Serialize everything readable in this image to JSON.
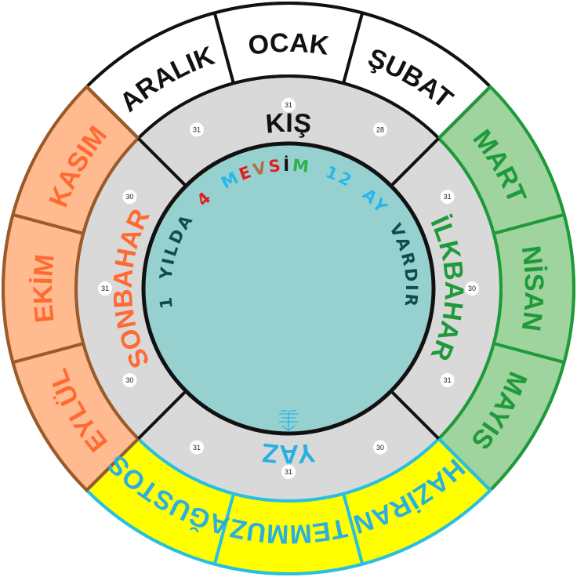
{
  "center": {
    "fill": "#96d1cf",
    "title_parts": [
      {
        "text": "1 YILDA ",
        "color": "#0d4d4d"
      },
      {
        "text": "4 ",
        "color": "#e02020"
      },
      {
        "text": "M",
        "color": "#29b6e8"
      },
      {
        "text": "E",
        "color": "#e02020"
      },
      {
        "text": "V",
        "color": "#b0704a"
      },
      {
        "text": "S",
        "color": "#e02020"
      },
      {
        "text": "İ",
        "color": "#111111"
      },
      {
        "text": "M ",
        "color": "#2fb24a"
      },
      {
        "text": "12 AY ",
        "color": "#29b6e8"
      },
      {
        "text": "VARDIR",
        "color": "#0d4d4d"
      }
    ],
    "logo_color": "#29b6e8"
  },
  "season_band_fill": "#d9d9d9",
  "seasons": [
    {
      "name": "KIŞ",
      "text_color": "#111111",
      "month_fill": "#ffffff",
      "border": "#111111",
      "months": [
        {
          "name": "ARALIK",
          "days": "31"
        },
        {
          "name": "OCAK",
          "days": "31"
        },
        {
          "name": "ŞUBAT",
          "days": "28"
        }
      ]
    },
    {
      "name": "İLKBAHAR",
      "text_color": "#1e9a3a",
      "month_fill": "#9fd49f",
      "border": "#1e9a3a",
      "months": [
        {
          "name": "MART",
          "days": "31"
        },
        {
          "name": "NİSAN",
          "days": "30"
        },
        {
          "name": "MAYIS",
          "days": "31"
        }
      ]
    },
    {
      "name": "YAZ",
      "text_color": "#29b0e0",
      "month_fill": "#ffff00",
      "border": "#29c0e0",
      "months": [
        {
          "name": "HAZİRAN",
          "days": "30"
        },
        {
          "name": "TEMMUZ",
          "days": "31"
        },
        {
          "name": "AĞUSTOS",
          "days": "31"
        }
      ]
    },
    {
      "name": "SONBAHAR",
      "text_color": "#ff6a33",
      "month_fill": "#ffbb8f",
      "border": "#9a5a2a",
      "months": [
        {
          "name": "EYLÜL",
          "days": "30"
        },
        {
          "name": "EKİM",
          "days": "31"
        },
        {
          "name": "KASIM",
          "days": "30"
        }
      ]
    }
  ]
}
